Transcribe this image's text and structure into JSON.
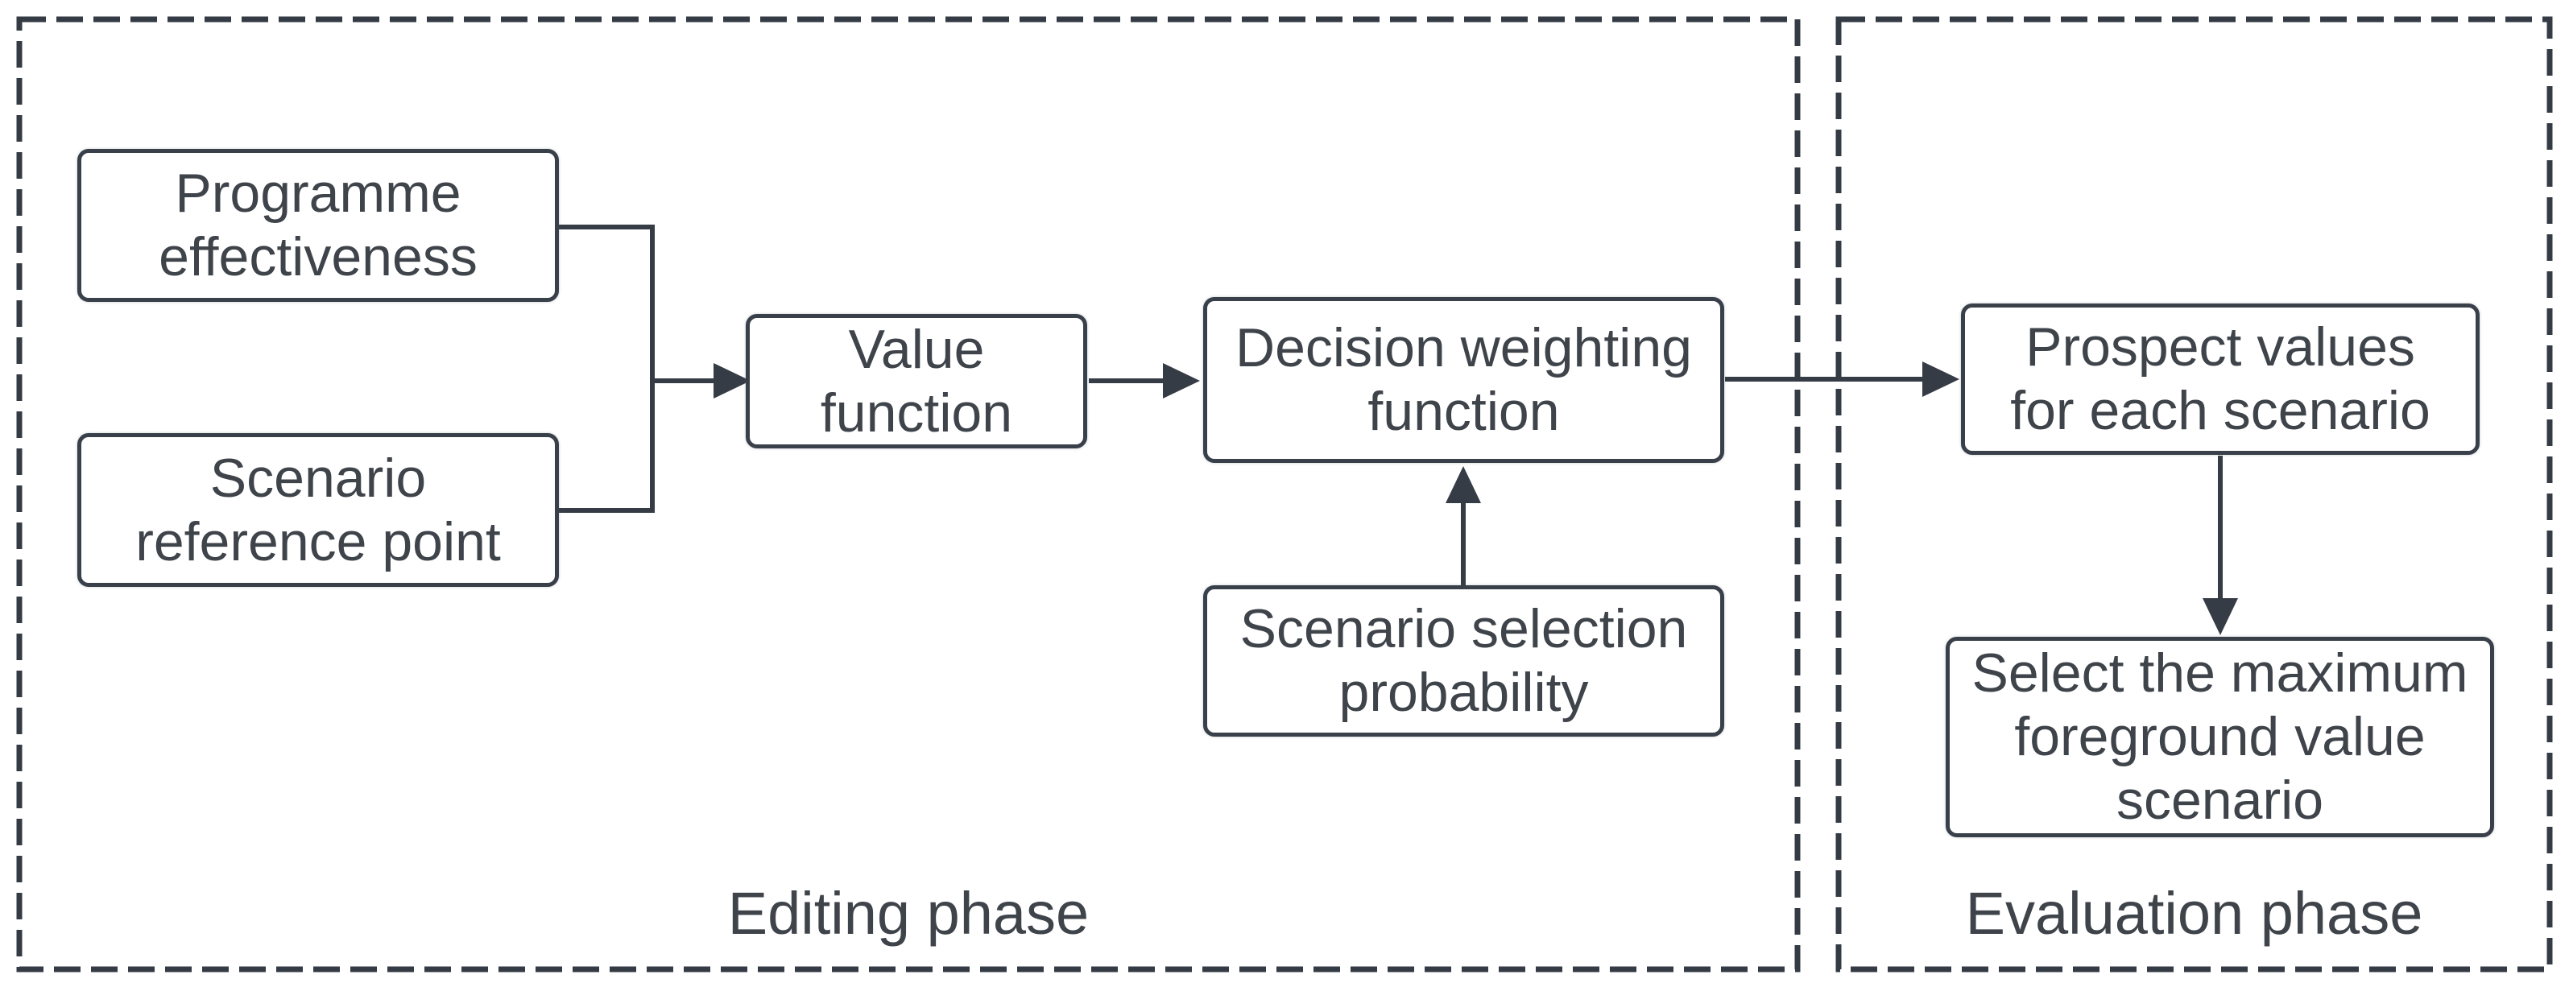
{
  "figure": {
    "type": "flowchart",
    "background": "#ffffff",
    "ink_color": "#363c45",
    "text_color": "#3f444b",
    "phases": [
      {
        "id": "editing",
        "label": "Editing phase"
      },
      {
        "id": "evaluation",
        "label": "Evaluation phase"
      }
    ],
    "nodes": [
      {
        "id": "programme-effectiveness",
        "phase": "editing",
        "lines": [
          "Programme",
          "effectiveness"
        ]
      },
      {
        "id": "scenario-reference-point",
        "phase": "editing",
        "lines": [
          "Scenario",
          "reference point"
        ]
      },
      {
        "id": "value-function",
        "phase": "editing",
        "lines": [
          "Value",
          "function"
        ]
      },
      {
        "id": "decision-weighting-function",
        "phase": "editing",
        "lines": [
          "Decision weighting",
          "function"
        ]
      },
      {
        "id": "scenario-selection-probability",
        "phase": "editing",
        "lines": [
          "Scenario selection",
          "probability"
        ]
      },
      {
        "id": "prospect-values-for-each-scenario",
        "phase": "evaluation",
        "lines": [
          "Prospect values",
          "for each scenario"
        ]
      },
      {
        "id": "select-maximum-foreground-value-scenario",
        "phase": "evaluation",
        "lines": [
          "Select the maximum",
          "foreground value",
          "scenario"
        ]
      }
    ],
    "edges": [
      {
        "from": "programme-effectiveness",
        "to": "value-function"
      },
      {
        "from": "scenario-reference-point",
        "to": "value-function"
      },
      {
        "from": "value-function",
        "to": "decision-weighting-function"
      },
      {
        "from": "scenario-selection-probability",
        "to": "decision-weighting-function"
      },
      {
        "from": "decision-weighting-function",
        "to": "prospect-values-for-each-scenario"
      },
      {
        "from": "prospect-values-for-each-scenario",
        "to": "select-maximum-foreground-value-scenario"
      }
    ]
  }
}
